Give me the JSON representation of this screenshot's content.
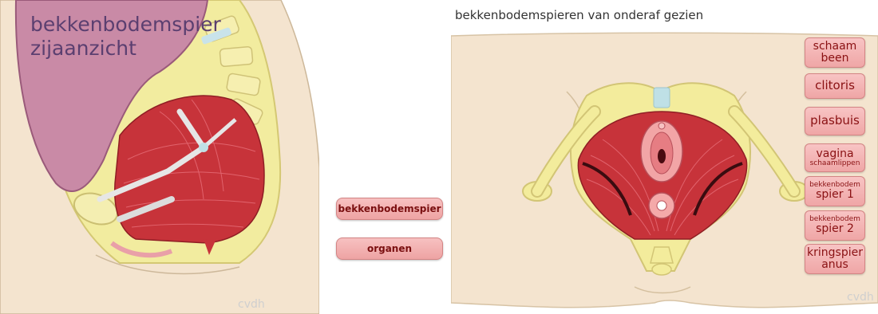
{
  "left": {
    "title_line1": "bekkenbodemspier",
    "title_line2": "zijaanzicht",
    "credit": "cvdh"
  },
  "middle_buttons": {
    "bekkenbodemspier": "bekkenbodemspier",
    "organen": "organen"
  },
  "right": {
    "title": "bekkenbodemspieren van onderaf gezien",
    "credit": "cvdh"
  },
  "label_buttons": [
    {
      "line1": "schaam",
      "line2": "been"
    },
    {
      "line1": "clitoris"
    },
    {
      "line1": "plasbuis"
    },
    {
      "line1": "vagina",
      "line2": "schaamlippen"
    },
    {
      "line1": "bekkenbodem",
      "line2": "spier 1"
    },
    {
      "line1": "bekkenbodem",
      "line2": "spier 2"
    },
    {
      "line1": "kringspier",
      "line2": "anus"
    }
  ],
  "colors": {
    "muscle": "#c7333a",
    "bone": "#f3eaa6",
    "skin": "#f4e4cf",
    "button": "#f1aeae",
    "button_text": "#8a1113"
  }
}
